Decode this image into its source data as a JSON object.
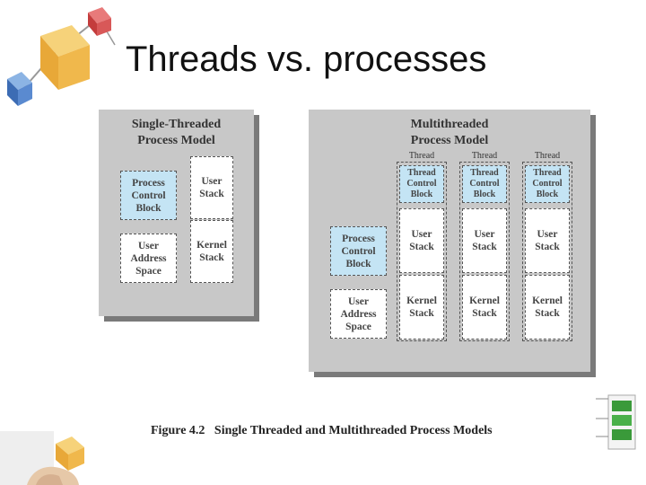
{
  "slide": {
    "title": "Threads vs. processes"
  },
  "single": {
    "title": "Single-Threaded\nProcess Model",
    "pcb": "Process\nControl\nBlock",
    "user_stack": "User\nStack",
    "user_address_space": "User\nAddress\nSpace",
    "kernel_stack": "Kernel\nStack"
  },
  "multi": {
    "title": "Multithreaded\nProcess Model",
    "pcb": "Process\nControl\nBlock",
    "user_address_space": "User\nAddress\nSpace",
    "threads": [
      {
        "label": "Thread",
        "tcb": "Thread\nControl\nBlock",
        "user_stack": "User\nStack",
        "kernel_stack": "Kernel\nStack"
      },
      {
        "label": "Thread",
        "tcb": "Thread\nControl\nBlock",
        "user_stack": "User\nStack",
        "kernel_stack": "Kernel\nStack"
      },
      {
        "label": "Thread",
        "tcb": "Thread\nControl\nBlock",
        "user_stack": "User\nStack",
        "kernel_stack": "Kernel\nStack"
      }
    ]
  },
  "caption": {
    "figure": "Figure 4.2",
    "text": "Single Threaded and Multithreaded Process Models"
  },
  "colors": {
    "panel": "#c8c8c8",
    "highlight_box": "#c4e4f4"
  },
  "icons": [
    "cube-molecule-icon",
    "hand-with-cube-icon",
    "filmstrip-doc-icon"
  ]
}
